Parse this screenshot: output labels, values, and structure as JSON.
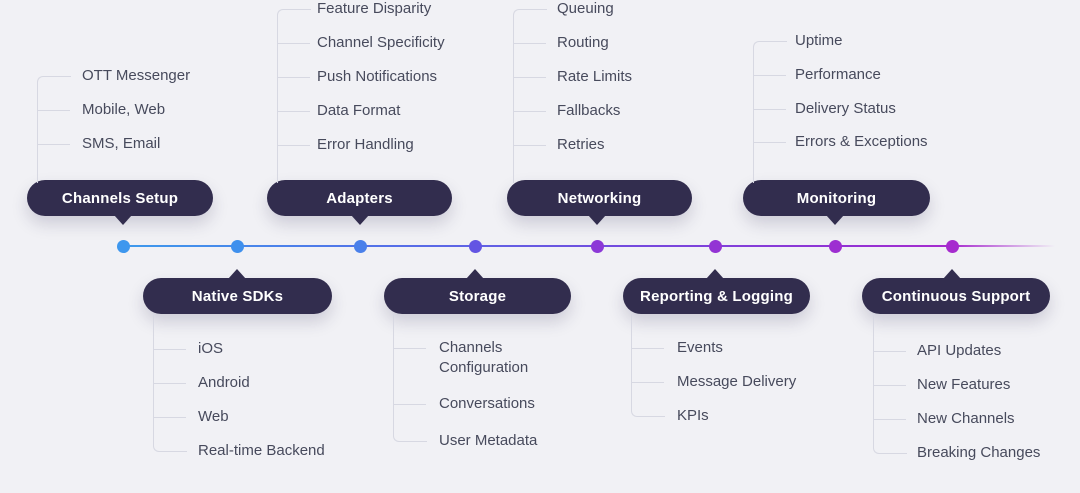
{
  "title": "Messaging platform roadmap timeline",
  "colors": {
    "background": "#f1f1f5",
    "pill_bg": "#322d4e",
    "pill_text": "#ffffff",
    "item_text": "#474a5c",
    "tree_line": "#d7d8e2",
    "timeline_gradient": [
      "#3e9aec",
      "#5470e8",
      "#7549de",
      "#9332d4",
      "#a72bce"
    ],
    "dot_colors": [
      "#3e97ee",
      "#3f90ed",
      "#4a80ea",
      "#6355e3",
      "#8c39d7",
      "#9334d4",
      "#9d2fd1",
      "#a62bce"
    ]
  },
  "groups": [
    {
      "label": "Channels Setup",
      "side": "top",
      "items": [
        "OTT Messenger",
        "Mobile, Web",
        "SMS, Email"
      ]
    },
    {
      "label": "Native SDKs",
      "side": "bottom",
      "items": [
        "iOS",
        "Android",
        "Web",
        "Real-time Backend"
      ]
    },
    {
      "label": "Adapters",
      "side": "top",
      "items": [
        "Feature Disparity",
        "Channel Specificity",
        "Push Notifications",
        "Data Format",
        "Error Handling"
      ]
    },
    {
      "label": "Storage",
      "side": "bottom",
      "items": [
        "Channels Configuration",
        "Conversations",
        "User Metadata"
      ]
    },
    {
      "label": "Networking",
      "side": "top",
      "items": [
        "Queuing",
        "Routing",
        "Rate Limits",
        "Fallbacks",
        "Retries"
      ]
    },
    {
      "label": "Reporting & Logging",
      "side": "bottom",
      "items": [
        "Events",
        "Message Delivery",
        "KPIs"
      ]
    },
    {
      "label": "Monitoring",
      "side": "top",
      "items": [
        "Uptime",
        "Performance",
        "Delivery Status",
        "Errors & Exceptions"
      ]
    },
    {
      "label": "Continuous Support",
      "side": "bottom",
      "items": [
        "API Updates",
        "New Features",
        "New Channels",
        "Breaking Changes"
      ]
    }
  ]
}
